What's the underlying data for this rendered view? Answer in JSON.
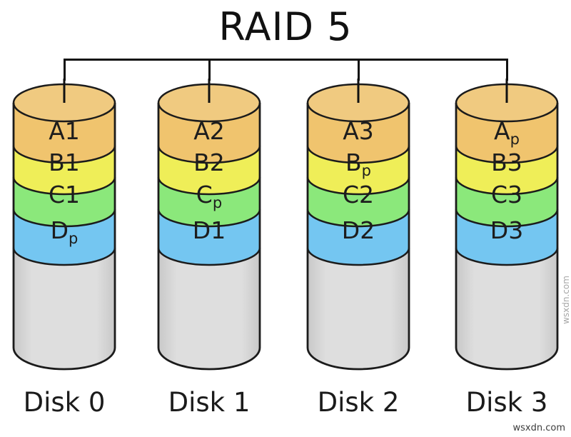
{
  "title": "RAID 5",
  "watermark": {
    "bottom_right": "wsxdn.com",
    "side": "wsxdn.com"
  },
  "disks": [
    {
      "name": "Disk 0",
      "blocks": [
        {
          "text": "A1"
        },
        {
          "text": "B1"
        },
        {
          "text": "C1"
        },
        {
          "text": "D",
          "sub": "p"
        }
      ]
    },
    {
      "name": "Disk 1",
      "blocks": [
        {
          "text": "A2"
        },
        {
          "text": "B2"
        },
        {
          "text": "C",
          "sub": "p"
        },
        {
          "text": "D1"
        }
      ]
    },
    {
      "name": "Disk 2",
      "blocks": [
        {
          "text": "A3"
        },
        {
          "text": "B",
          "sub": "p"
        },
        {
          "text": "C2"
        },
        {
          "text": "D2"
        }
      ]
    },
    {
      "name": "Disk 3",
      "blocks": [
        {
          "text": "A",
          "sub": "p"
        },
        {
          "text": "B3"
        },
        {
          "text": "C3"
        },
        {
          "text": "D3"
        }
      ]
    }
  ],
  "colors": {
    "stripe_a": "#F0C46E",
    "stripe_b": "#EFEE58",
    "stripe_c": "#8BE87B",
    "stripe_d": "#74C6F1",
    "top_face": "#F0CA80",
    "body_light": "#DEDEDE",
    "body_dark": "#C8C8C8",
    "outline": "#1B1B1B",
    "connector": "#111111",
    "label_text": "#1D1D1D"
  }
}
